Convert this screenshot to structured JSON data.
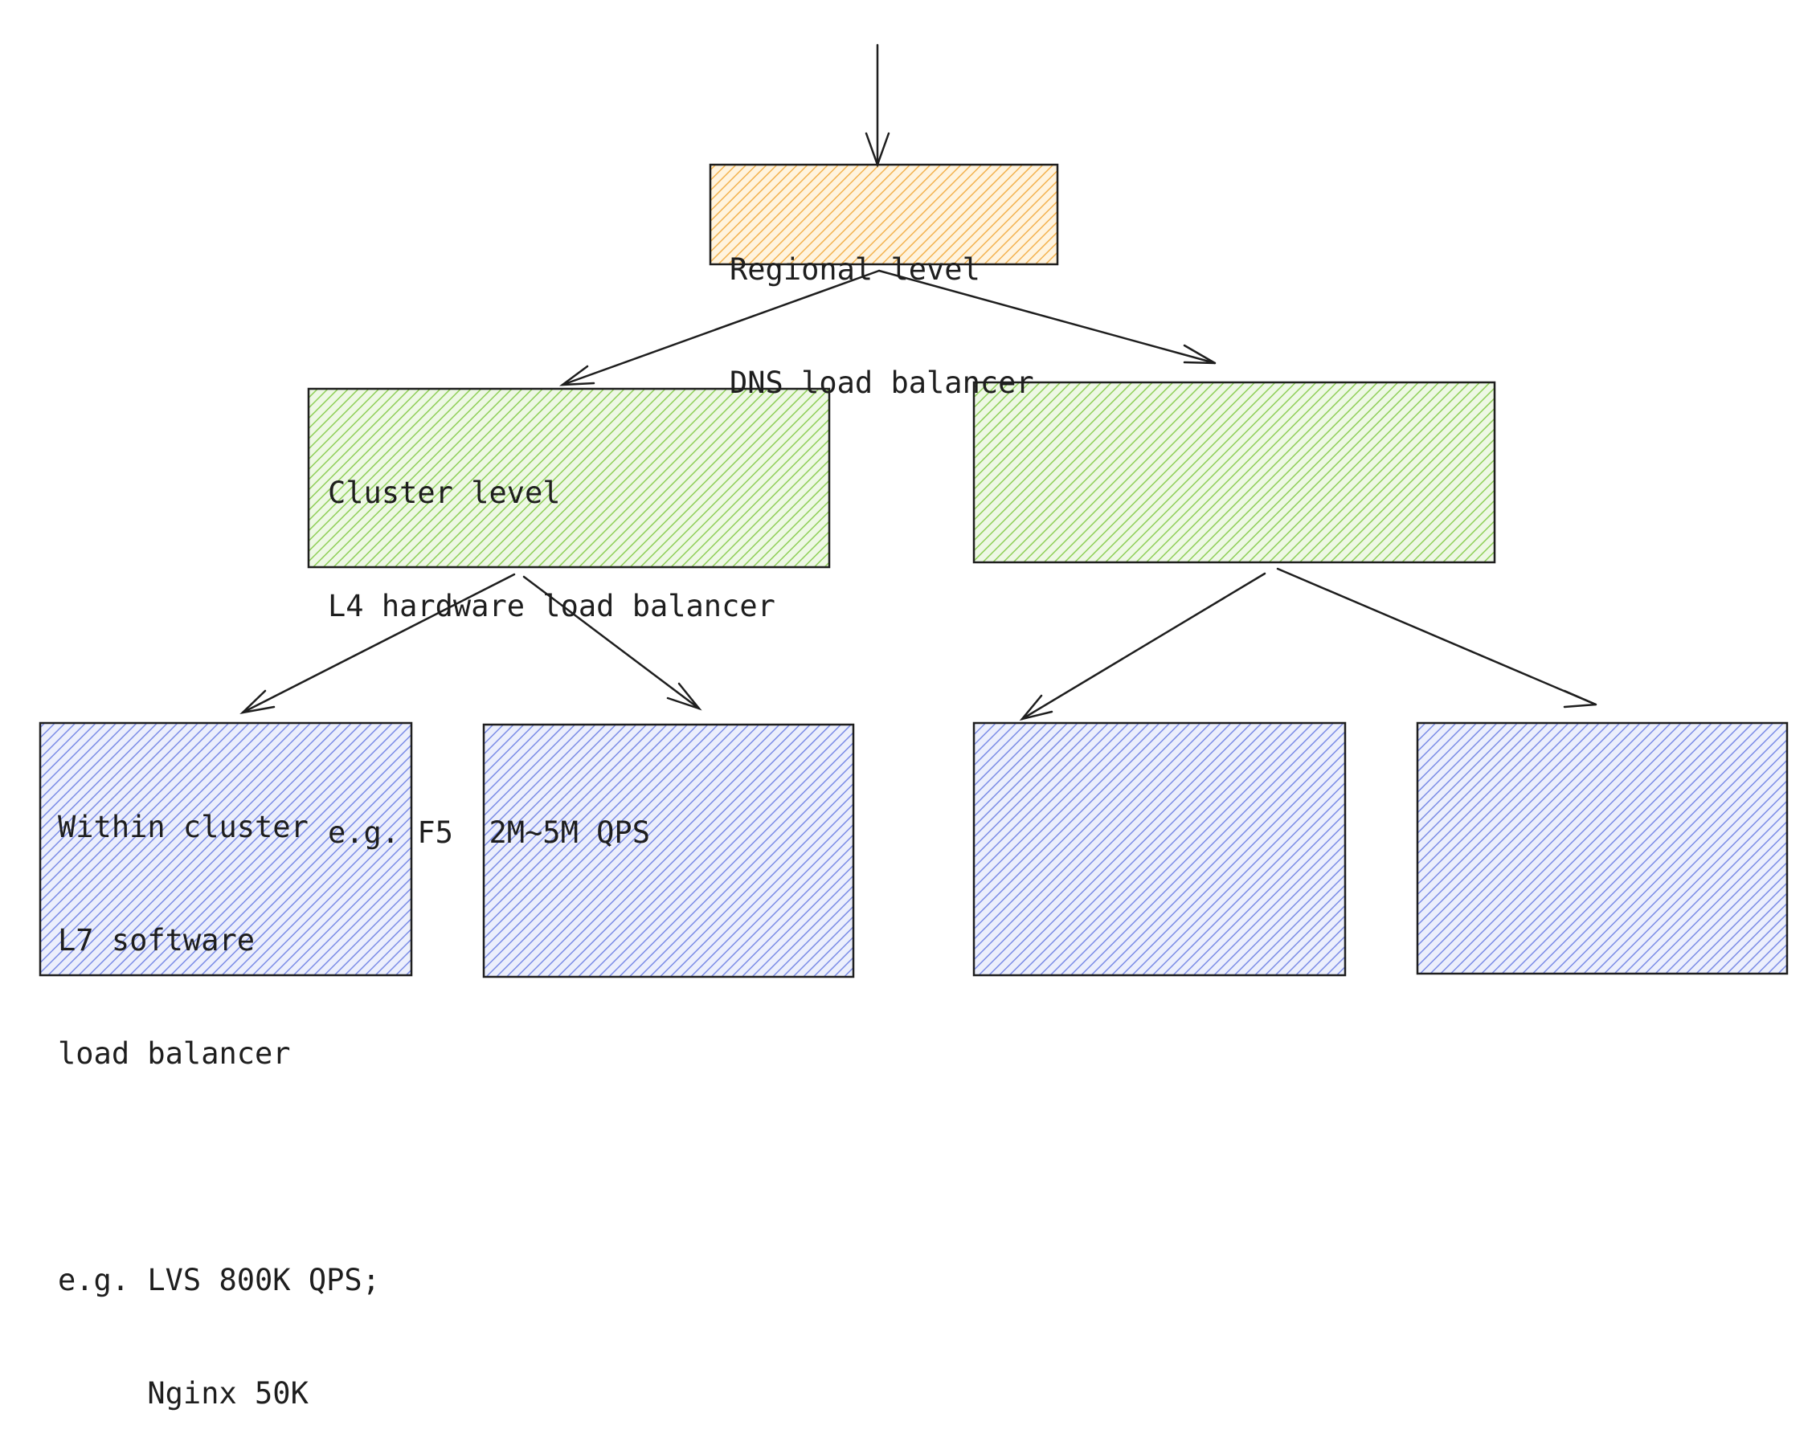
{
  "nodes": [
    {
      "id": "regional",
      "fill": "#f6c26b",
      "lines": [
        "Regional level",
        "DNS load balancer"
      ]
    },
    {
      "id": "cluster-left",
      "fill": "#9bd06a",
      "lines": [
        "Cluster level",
        "L4 hardware load balancer",
        "",
        "e.g. F5  2M~5M QPS"
      ]
    },
    {
      "id": "cluster-right",
      "fill": "#9bd06a",
      "lines": []
    },
    {
      "id": "within-1",
      "fill": "#7f8fe6",
      "lines": [
        "Within cluster",
        "L7 software",
        "load balancer",
        "",
        "e.g. LVS 800K QPS;",
        "     Nginx 50K"
      ]
    },
    {
      "id": "within-2",
      "fill": "#7f8fe6",
      "lines": []
    },
    {
      "id": "within-3",
      "fill": "#7f8fe6",
      "lines": []
    },
    {
      "id": "within-4",
      "fill": "#7f8fe6",
      "lines": []
    }
  ],
  "edges": [
    {
      "from": "entry",
      "to": "regional"
    },
    {
      "from": "regional",
      "to": "cluster-left"
    },
    {
      "from": "regional",
      "to": "cluster-right"
    },
    {
      "from": "cluster-left",
      "to": "within-1"
    },
    {
      "from": "cluster-left",
      "to": "within-2"
    },
    {
      "from": "cluster-right",
      "to": "within-3"
    },
    {
      "from": "cluster-right",
      "to": "within-4"
    }
  ],
  "colors": {
    "stroke": "#1e1e1e",
    "text": "#1e1e1e"
  }
}
